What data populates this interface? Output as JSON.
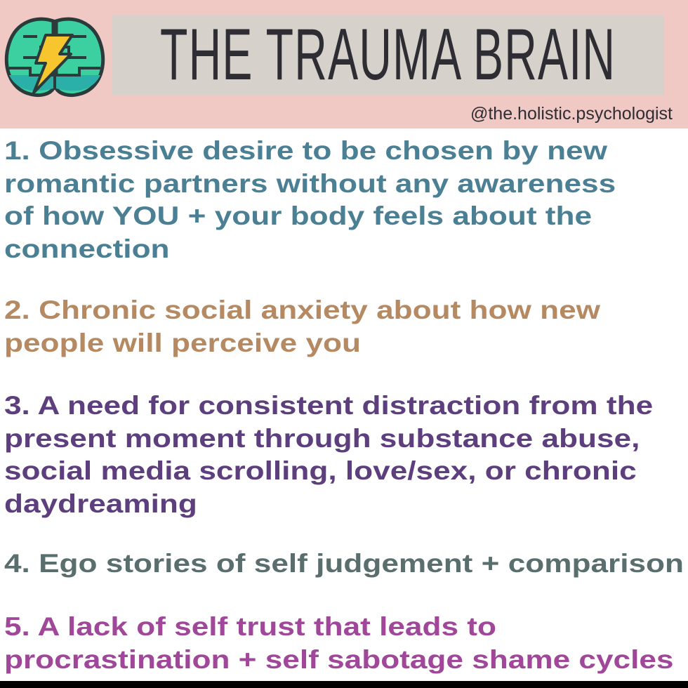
{
  "header": {
    "title": "THE TRAUMA BRAIN",
    "handle": "@the.holistic.psychologist",
    "logo_icon": "brain-lightning-icon"
  },
  "colors": {
    "header_bg": "#f0c8c4",
    "title_box": "#d6d1cb",
    "item1": "#4a7f94",
    "item2": "#b58a63",
    "item3": "#5e3f7e",
    "item4": "#5a6e6e",
    "item5": "#a0479a"
  },
  "items": [
    {
      "lines": [
        "1. Obsessive desire to be chosen by new",
        "romantic partners without any awareness",
        "of how YOU + your body feels about the",
        "connection"
      ]
    },
    {
      "lines": [
        "2. Chronic social anxiety about how new",
        "people will perceive you"
      ]
    },
    {
      "lines": [
        "3. A need for consistent distraction from the",
        "present moment through substance abuse,",
        "social media scrolling, love/sex, or chronic",
        "daydreaming"
      ]
    },
    {
      "lines": [
        "4. Ego stories of self judgement + comparison"
      ]
    },
    {
      "lines": [
        "5. A lack of self trust that leads to",
        "procrastination + self sabotage shame cycles"
      ]
    }
  ]
}
